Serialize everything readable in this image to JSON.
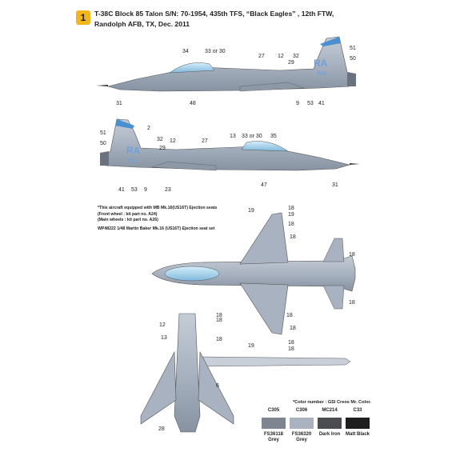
{
  "header": {
    "number": "1",
    "title_line1": "T-38C Block 85 Talon S/N: 70-1954, 435th TFS, “Black Eagles” , 12th FTW,",
    "title_line2": "Randolph AFB, TX, Dec. 2011"
  },
  "top_view_callouts": [
    "34",
    "33 or 30",
    "27",
    "12",
    "32",
    "29",
    "51",
    "50",
    "31",
    "48",
    "9",
    "53",
    "41"
  ],
  "tail_markings": {
    "code": "RA",
    "serial": "954"
  },
  "side2_callouts": [
    "51",
    "2",
    "32",
    "50",
    "29",
    "12",
    "27",
    "13",
    "33 or 30",
    "35",
    "41",
    "53",
    "9",
    "23",
    "47",
    "31"
  ],
  "plan_callouts": [
    "19",
    "18",
    "19",
    "18",
    "18",
    "18",
    "18",
    "18",
    "18",
    "18",
    "19",
    "18",
    "18"
  ],
  "plan_note": {
    "line1": "*This aircraft equipped with MB Mk.16(US16T) Ejection seats",
    "line2": "(Front wheel : kit part no. A24)",
    "line3": "(Main wheels : kit part no. A26)",
    "line4": "WP48222  1/48 Martin Baker Mk.16 (US16T) Ejection seat set"
  },
  "bottom_callouts": [
    "12",
    "13",
    "18",
    "18",
    "28",
    "6"
  ],
  "color_note": "*Color number : GSI Creos Mr. Color.",
  "swatches": [
    {
      "code": "C305",
      "name1": "FS36118",
      "name2": "Grey",
      "color": "#7f8590"
    },
    {
      "code": "C306",
      "name1": "FS36320",
      "name2": "Grey",
      "color": "#a9b2be"
    },
    {
      "code": "MC214",
      "name1": "Dark Iron",
      "name2": "",
      "color": "#4a4c50"
    },
    {
      "code": "C33",
      "name1": "Matt Black",
      "name2": "",
      "color": "#1e1e1e"
    }
  ],
  "colors": {
    "aircraft_main": "#a8b2c0",
    "aircraft_dark": "#8e99a8",
    "canopy": "#8fc8e8",
    "tail_blue": "#4a8fd0"
  }
}
